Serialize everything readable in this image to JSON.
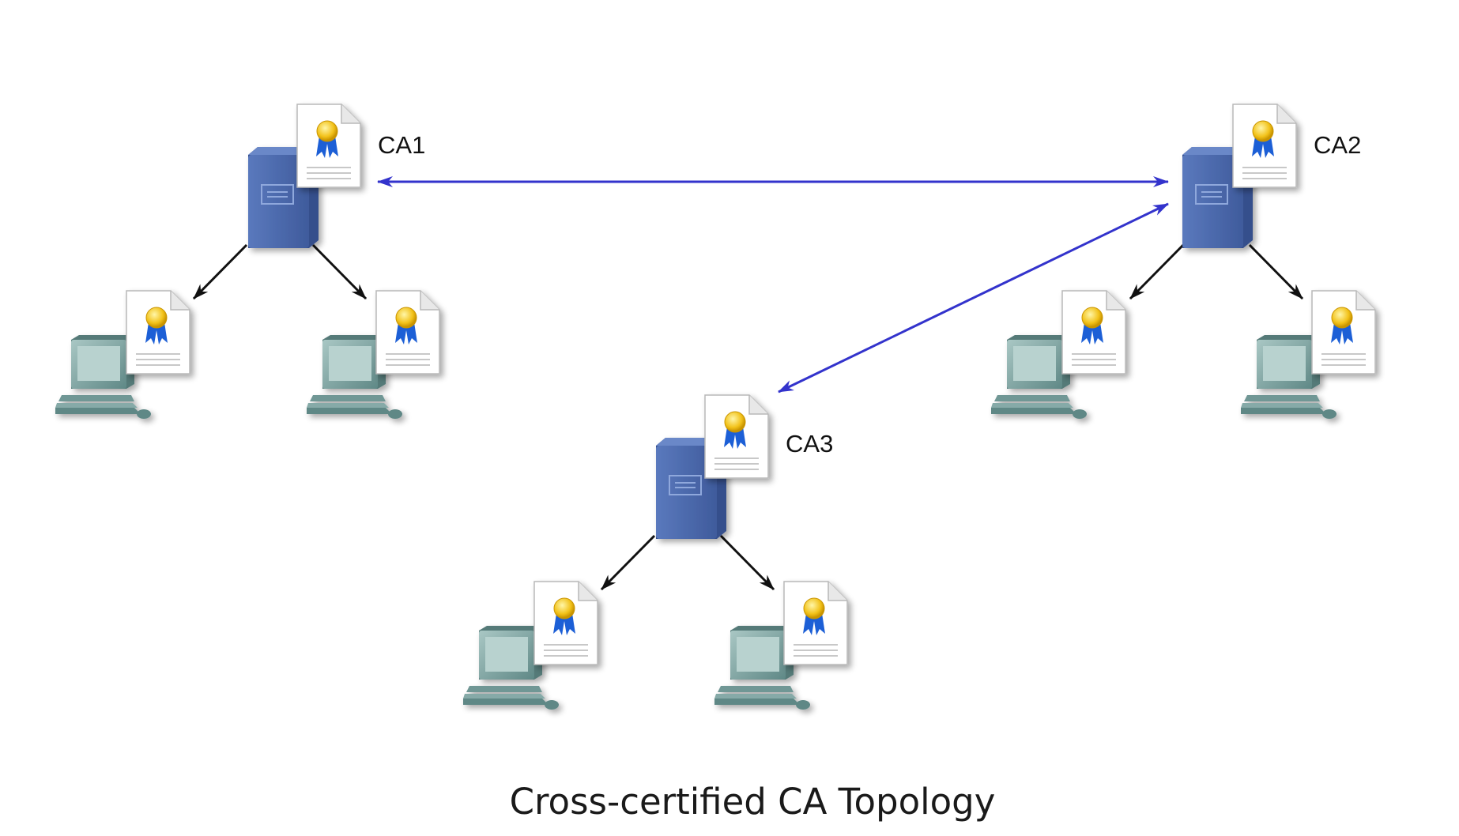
{
  "diagram": {
    "caption": "Cross-certified CA Topology",
    "colors": {
      "cross_link": "#3333cc",
      "hierarchy_link": "#111111",
      "server": "#4a68ad",
      "workstation": "#7fa5a3"
    },
    "nodes": [
      {
        "id": "ca1",
        "label": "CA1",
        "type": "certificate-authority-server"
      },
      {
        "id": "ca2",
        "label": "CA2",
        "type": "certificate-authority-server"
      },
      {
        "id": "ca3",
        "label": "CA3",
        "type": "certificate-authority-server"
      },
      {
        "id": "ca1-client-1",
        "label": "",
        "type": "workstation-with-certificate"
      },
      {
        "id": "ca1-client-2",
        "label": "",
        "type": "workstation-with-certificate"
      },
      {
        "id": "ca2-client-1",
        "label": "",
        "type": "workstation-with-certificate"
      },
      {
        "id": "ca2-client-2",
        "label": "",
        "type": "workstation-with-certificate"
      },
      {
        "id": "ca3-client-1",
        "label": "",
        "type": "workstation-with-certificate"
      },
      {
        "id": "ca3-client-2",
        "label": "",
        "type": "workstation-with-certificate"
      }
    ],
    "edges": [
      {
        "from": "ca1",
        "to": "ca2",
        "kind": "cross-certification",
        "bidirectional": true
      },
      {
        "from": "ca2",
        "to": "ca3",
        "kind": "cross-certification",
        "bidirectional": true
      },
      {
        "from": "ca1",
        "to": "ca1-client-1",
        "kind": "issues",
        "bidirectional": false
      },
      {
        "from": "ca1",
        "to": "ca1-client-2",
        "kind": "issues",
        "bidirectional": false
      },
      {
        "from": "ca2",
        "to": "ca2-client-1",
        "kind": "issues",
        "bidirectional": false
      },
      {
        "from": "ca2",
        "to": "ca2-client-2",
        "kind": "issues",
        "bidirectional": false
      },
      {
        "from": "ca3",
        "to": "ca3-client-1",
        "kind": "issues",
        "bidirectional": false
      },
      {
        "from": "ca3",
        "to": "ca3-client-2",
        "kind": "issues",
        "bidirectional": false
      }
    ]
  }
}
